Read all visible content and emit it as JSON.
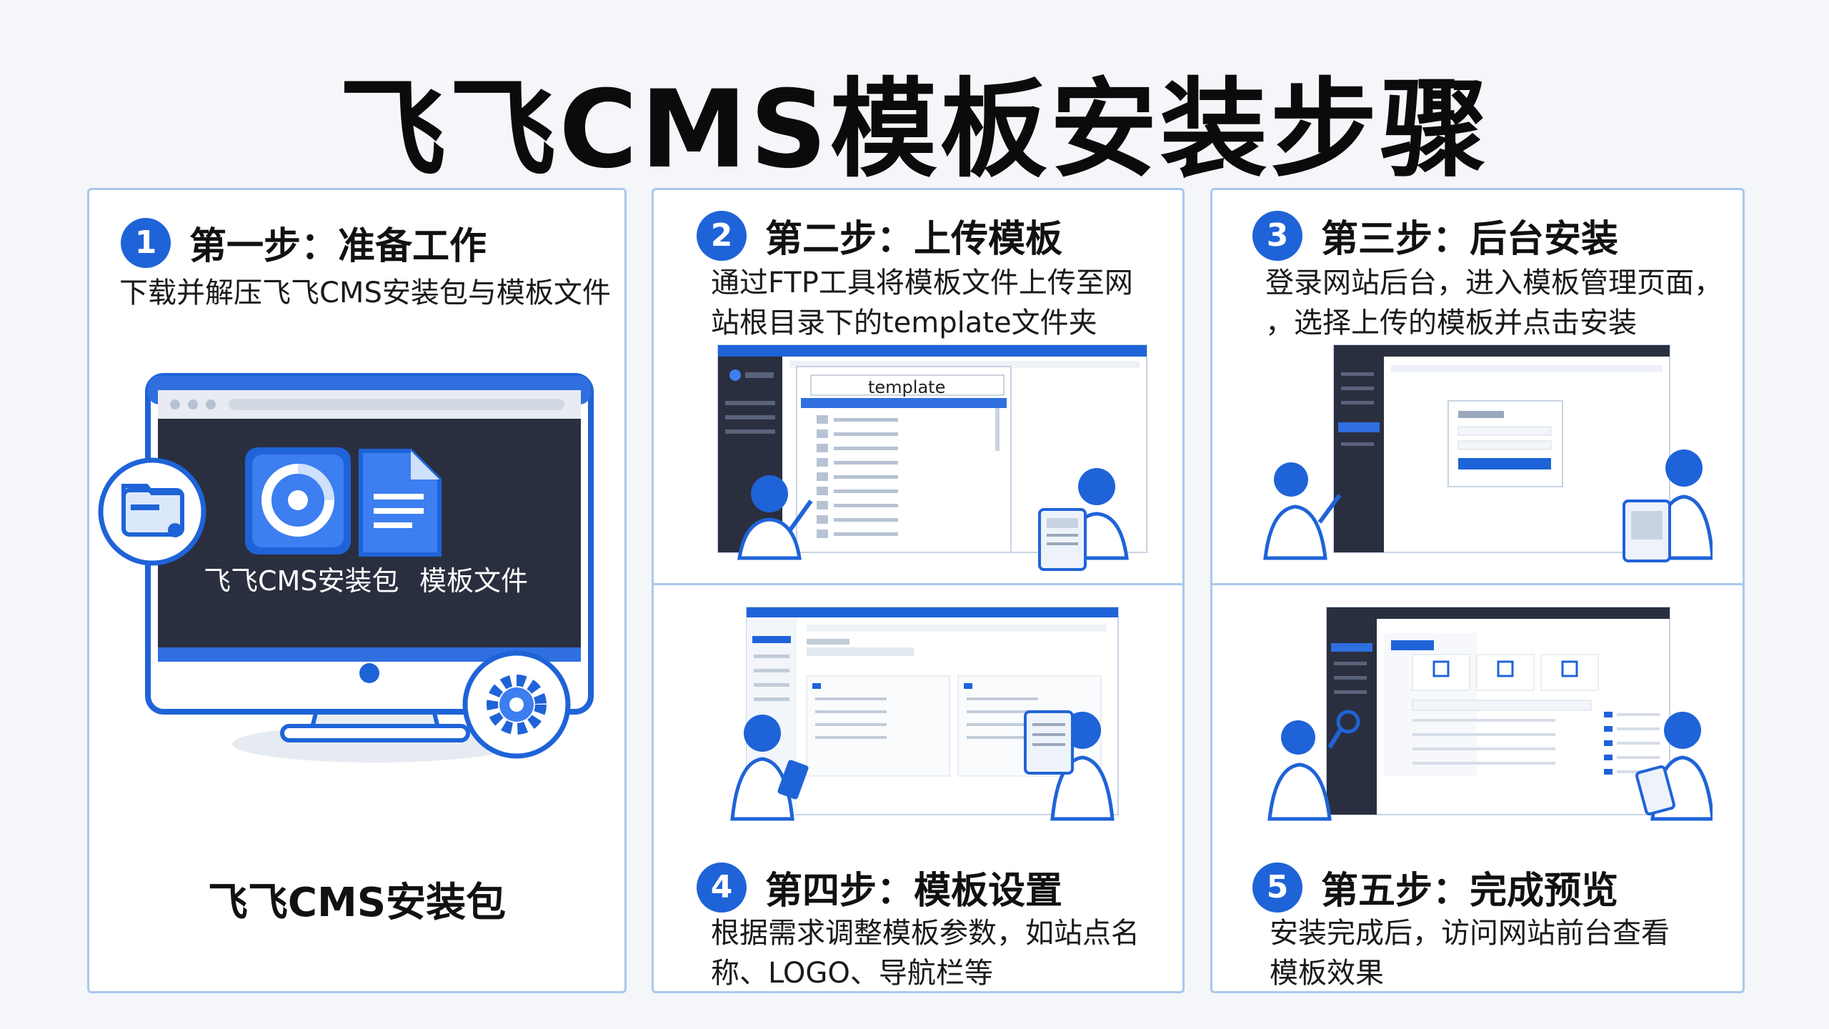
{
  "title": "飞飞CMS模板安装步骤",
  "colors": {
    "accent": "#1f63d8",
    "light_accent": "#dbe8fb",
    "dark_screen": "#2a2f3f",
    "border": "#a9c7ee"
  },
  "steps": [
    {
      "num": "1",
      "title": "第一步：准备工作",
      "desc": [
        "下载并解压飞飞CMS安装包与模板文件"
      ]
    },
    {
      "num": "2",
      "title": "第二步：上传模板",
      "desc": [
        "通过FTP工具将模板文件上传至网",
        "站根目录下的template文件夹"
      ]
    },
    {
      "num": "3",
      "title": "第三步：后台安装",
      "desc": [
        "登录网站后台，进入模板管理页面，",
        "，选择上传的模板并点击安装"
      ]
    },
    {
      "num": "4",
      "title": "第四步：模板设置",
      "desc": [
        "根据需求调整模板参数，如站点名",
        "称、LOGO、导航栏等"
      ]
    },
    {
      "num": "5",
      "title": "第五步：完成预览",
      "desc": [
        "安装完成后，访问网站前台查看",
        "模板效果"
      ]
    }
  ],
  "panel1": {
    "monitor_labels": {
      "package": "飞飞CMS安装包",
      "template": "模板文件"
    },
    "caption": "飞飞CMS安装包",
    "icons": [
      "folder-icon",
      "cms-package-icon",
      "document-icon",
      "gear-icon"
    ]
  },
  "panel2": {
    "folder_path": "template"
  }
}
